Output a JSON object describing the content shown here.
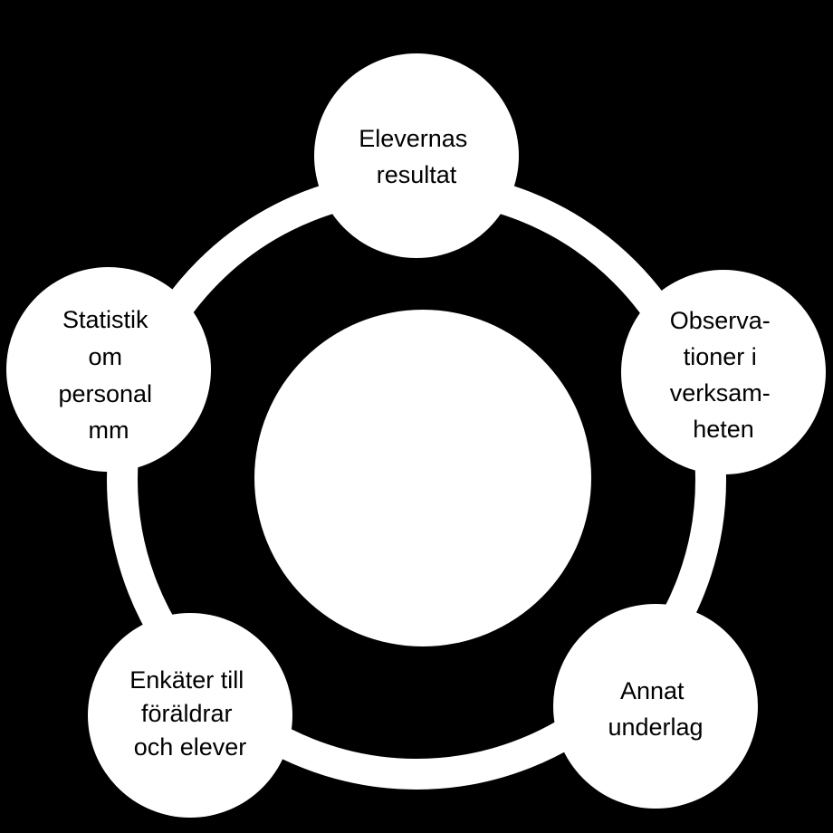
{
  "diagram": {
    "type": "cycle",
    "colors": {
      "background": "#000000",
      "ring": "#ffffff",
      "node_fill": "#ffffff",
      "hub_fill": "#ffffff",
      "text": "#000000"
    },
    "center": {
      "label": ""
    },
    "nodes": [
      {
        "id": "elevernas-resultat",
        "lines": [
          "Elevernas",
          "resultat"
        ]
      },
      {
        "id": "observationer",
        "lines": [
          "Observa-",
          "tioner i",
          "verksam-",
          "heten"
        ]
      },
      {
        "id": "annat-underlag",
        "lines": [
          "Annat",
          "underlag"
        ]
      },
      {
        "id": "enkater",
        "lines": [
          "Enkäter till",
          "föräldrar",
          "och elever"
        ]
      },
      {
        "id": "statistik",
        "lines": [
          "Statistik",
          "om",
          "personal",
          "mm"
        ]
      }
    ]
  }
}
